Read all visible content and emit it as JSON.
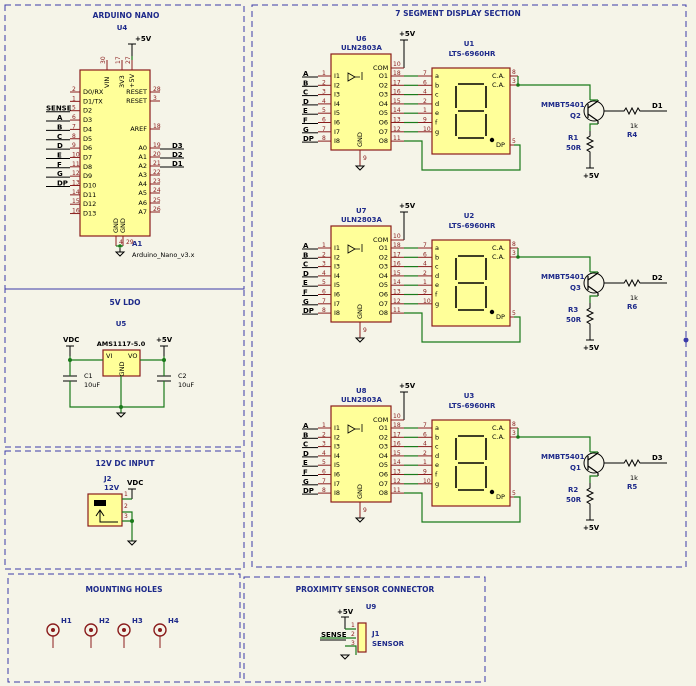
{
  "sections": {
    "arduino": "ARDUINO NANO",
    "seven_seg": "7 SEGMENT DISPLAY SECTION",
    "ldo": "5V LDO",
    "dc_input": "12V DC INPUT",
    "mounting": "MOUNTING HOLES",
    "proximity": "PROXIMITY SENSOR CONNECTOR"
  },
  "arduino": {
    "ref_top": "U4",
    "ref_bottom": "A1",
    "value": "Arduino_Nano_v3.x",
    "supply": "+5V",
    "left_pins": [
      {
        "num": "2",
        "name": "D0/RX",
        "net": ""
      },
      {
        "num": "1",
        "name": "D1/TX",
        "net": ""
      },
      {
        "num": "5",
        "name": "D2",
        "net": "SENSE"
      },
      {
        "num": "6",
        "name": "D3",
        "net": "A"
      },
      {
        "num": "7",
        "name": "D4",
        "net": "B"
      },
      {
        "num": "8",
        "name": "D5",
        "net": "C"
      },
      {
        "num": "9",
        "name": "D6",
        "net": "D"
      },
      {
        "num": "10",
        "name": "D7",
        "net": "E"
      },
      {
        "num": "11",
        "name": "D8",
        "net": "F"
      },
      {
        "num": "12",
        "name": "D9",
        "net": "G"
      },
      {
        "num": "13",
        "name": "D10",
        "net": "DP"
      },
      {
        "num": "14",
        "name": "D11",
        "net": ""
      },
      {
        "num": "15",
        "name": "D12",
        "net": ""
      },
      {
        "num": "16",
        "name": "D13",
        "net": ""
      }
    ],
    "right_pins": [
      {
        "num": "28",
        "name": "RESET",
        "net": ""
      },
      {
        "num": "3",
        "name": "RESET",
        "net": ""
      },
      {
        "num": "18",
        "name": "AREF",
        "net": ""
      },
      {
        "num": "19",
        "name": "A0",
        "net": "D3"
      },
      {
        "num": "20",
        "name": "A1",
        "net": "D2"
      },
      {
        "num": "21",
        "name": "A2",
        "net": "D1"
      },
      {
        "num": "22",
        "name": "A3",
        "net": ""
      },
      {
        "num": "23",
        "name": "A4",
        "net": ""
      },
      {
        "num": "24",
        "name": "A5",
        "net": ""
      },
      {
        "num": "25",
        "name": "A6",
        "net": ""
      },
      {
        "num": "26",
        "name": "A7",
        "net": ""
      }
    ],
    "top_pins": [
      {
        "num": "30",
        "name": "VIN"
      },
      {
        "num": "17",
        "name": "3V3"
      },
      {
        "num": "27",
        "name": "+5V"
      }
    ],
    "bottom_pins": [
      {
        "num": "4",
        "name": "GND"
      },
      {
        "num": "29",
        "name": "GND"
      }
    ]
  },
  "drivers": [
    {
      "ref": "U6",
      "value": "ULN2803A",
      "supply": "+5V"
    },
    {
      "ref": "U7",
      "value": "ULN2803A",
      "supply": "+5V"
    },
    {
      "ref": "U8",
      "value": "ULN2803A",
      "supply": "+5V"
    }
  ],
  "driver_pins": {
    "com": {
      "name": "COM",
      "num": "10"
    },
    "gnd": {
      "name": "GND",
      "num": "9"
    },
    "inputs": [
      {
        "name": "I1",
        "num": "1",
        "net": "A"
      },
      {
        "name": "I2",
        "num": "2",
        "net": "B"
      },
      {
        "name": "I3",
        "num": "3",
        "net": "C"
      },
      {
        "name": "I4",
        "num": "4",
        "net": "D"
      },
      {
        "name": "I5",
        "num": "5",
        "net": "E"
      },
      {
        "name": "I6",
        "num": "6",
        "net": "F"
      },
      {
        "name": "I7",
        "num": "7",
        "net": "G"
      },
      {
        "name": "I8",
        "num": "8",
        "net": "DP"
      }
    ],
    "outputs": [
      {
        "name": "O1",
        "num": "18"
      },
      {
        "name": "O2",
        "num": "17"
      },
      {
        "name": "O3",
        "num": "16"
      },
      {
        "name": "O4",
        "num": "15"
      },
      {
        "name": "O5",
        "num": "14"
      },
      {
        "name": "O6",
        "num": "13"
      },
      {
        "name": "O7",
        "num": "12"
      },
      {
        "name": "O8",
        "num": "11"
      }
    ]
  },
  "displays": [
    {
      "ref": "U1",
      "value": "LTS-6960HR"
    },
    {
      "ref": "U2",
      "value": "LTS-6960HR"
    },
    {
      "ref": "U3",
      "value": "LTS-6960HR"
    }
  ],
  "display_pins": {
    "segments": [
      {
        "name": "a",
        "num": "7"
      },
      {
        "name": "b",
        "num": "6"
      },
      {
        "name": "c",
        "num": "4"
      },
      {
        "name": "d",
        "num": "2"
      },
      {
        "name": "e",
        "num": "1"
      },
      {
        "name": "f",
        "num": "9"
      },
      {
        "name": "g",
        "num": "10"
      }
    ],
    "ca1": {
      "name": "C.A.",
      "num": "8"
    },
    "ca2": {
      "name": "C.A.",
      "num": "3"
    },
    "dp": {
      "name": "DP",
      "num": "5"
    }
  },
  "transistors": [
    {
      "value": "MMBT5401",
      "ref": "Q2",
      "r_base": "R4",
      "r_base_val": "1k",
      "r_pull": "R1",
      "r_pull_val": "50R",
      "digit": "D1",
      "supply": "+5V"
    },
    {
      "value": "MMBT5401",
      "ref": "Q3",
      "r_base": "R6",
      "r_base_val": "1k",
      "r_pull": "R3",
      "r_pull_val": "50R",
      "digit": "D2",
      "supply": "+5V"
    },
    {
      "value": "MMBT5401",
      "ref": "Q1",
      "r_base": "R5",
      "r_base_val": "1k",
      "r_pull": "R2",
      "r_pull_val": "50R",
      "digit": "D3",
      "supply": "+5V"
    }
  ],
  "ldo": {
    "ref": "U5",
    "value": "AMS1117-5.0",
    "vin_net": "VDC",
    "vout_net": "+5V",
    "pin_vi": "VI",
    "pin_vo": "VO",
    "pin_gnd": "GND",
    "c1_ref": "C1",
    "c1_val": "10uF",
    "c2_ref": "C2",
    "c2_val": "10uF"
  },
  "dc_jack": {
    "ref": "J2",
    "value": "12V",
    "net": "VDC",
    "pins": [
      "1",
      "2",
      "3"
    ]
  },
  "mounting_holes": [
    "H1",
    "H2",
    "H3",
    "H4"
  ],
  "connector": {
    "ref": "U9",
    "j_ref": "J1",
    "j_val": "SENSOR",
    "net_pwr": "+5V",
    "net_sig": "SENSE",
    "pins": [
      "1",
      "2",
      "3"
    ]
  }
}
